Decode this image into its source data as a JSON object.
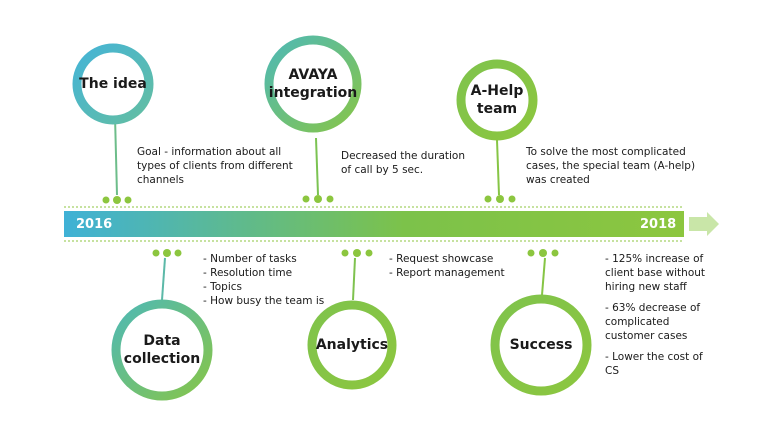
{
  "timeline": {
    "start_year": "2016",
    "end_year": "2018",
    "colors": {
      "start": "#3fb1d6",
      "end": "#8cc63f",
      "arrow": "#c9e6a8",
      "dots": "#8cc63f"
    }
  },
  "milestones_top": [
    {
      "title": "The idea",
      "description": [
        "Goal - information about all",
        "types of clients from different",
        "channels"
      ]
    },
    {
      "title": "AVAYA integration",
      "description": [
        "Decreased the duration",
        "of call by 5 sec."
      ]
    },
    {
      "title": "A-Help team",
      "description": [
        "To solve the most complicated",
        "cases, the special team (A-help)",
        "was created"
      ]
    }
  ],
  "milestones_bottom": [
    {
      "title": "Data collection",
      "description": [
        "- Number of tasks",
        "- Resolution time",
        "- Topics",
        "- How busy the team is"
      ]
    },
    {
      "title": "Analytics",
      "description": [
        "- Request showcase",
        "- Report management"
      ]
    },
    {
      "title": "Success",
      "description": [
        "- 125% increase of",
        "client base without",
        "hiring new staff",
        "",
        "- 63% decrease of",
        "complicated",
        "customer cases",
        "",
        "- Lower the cost of",
        "CS"
      ]
    }
  ]
}
